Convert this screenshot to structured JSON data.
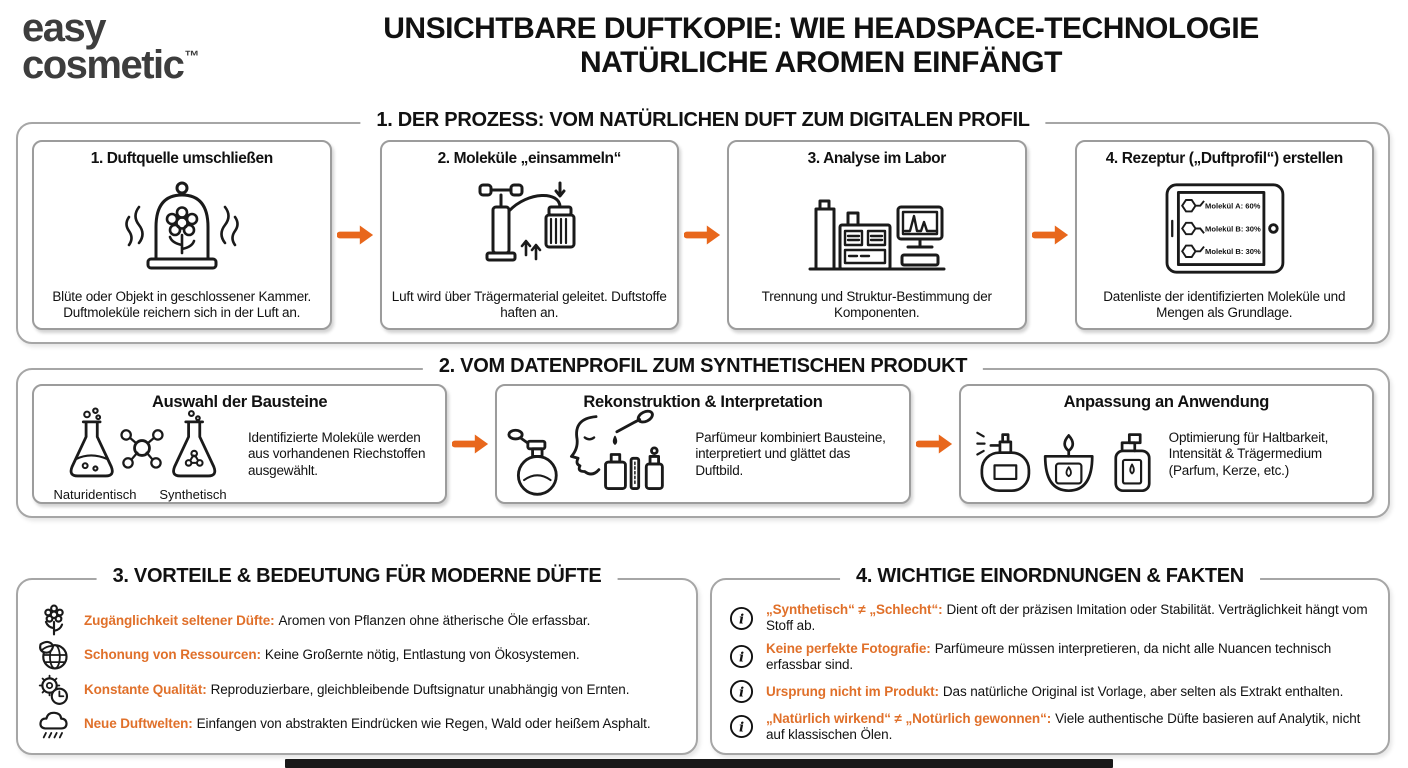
{
  "page": {
    "logo": {
      "line1": "easy",
      "line2": "cosmetic",
      "tm": "™"
    },
    "title_line1": "UNSICHTBARE DUFTKOPIE: WIE HEADSPACE-TECHNOLOGIE",
    "title_line2": "NATÜRLICHE AROMEN EINFÄNGT"
  },
  "colors": {
    "accent_orange": "#E8671C",
    "keyword_orange": "#E0702A",
    "text_black": "#111111",
    "logo_gray": "#3D3D3D",
    "border_gray": "#A6A6A6"
  },
  "section1": {
    "title": "1. DER PROZESS: VOM NATÜRLICHEN DUFT ZUM DIGITALEN PROFIL",
    "steps": [
      {
        "title": "1. Duftquelle umschließen",
        "icon": "bell-jar-flower-icon",
        "caption": "Blüte oder Objekt in geschlossener Kammer. Duftmoleküle reichern sich in der Luft an."
      },
      {
        "title": "2. Moleküle „einsammeln“",
        "icon": "air-pump-filter-icon",
        "caption": "Luft wird über Trägermaterial geleitet. Duftstoffe haften an."
      },
      {
        "title": "3. Analyse im Labor",
        "icon": "gc-ms-instrument-icon",
        "caption": "Trennung und Struktur-Bestimmung der Komponenten."
      },
      {
        "title": "4. Rezeptur („Duftprofil“) erstellen",
        "icon": "tablet-molecule-list-icon",
        "caption": "Datenliste der identifizierten Moleküle und Mengen als Grundlage.",
        "tablet_rows": [
          "Molekül A: 60%",
          "Molekül B: 30%",
          "Molekül B: 30%"
        ]
      }
    ]
  },
  "section2": {
    "title": "2. VOM DATENPROFIL ZUM SYNTHETISCHEN PRODUKT",
    "steps": [
      {
        "title": "Auswahl der Bausteine",
        "icon": "flasks-molecule-icon",
        "icon_labels": [
          "Naturidentisch",
          "Synthetisch"
        ],
        "text": "Identifizierte Moleküle werden aus vorhandenen Riechstoffen ausgewählt."
      },
      {
        "title": "Rekonstruktion & Interpretation",
        "icon": "perfumer-dropper-icon",
        "text": "Parfümeur kombiniert Bausteine, interpretiert und glättet das Duftbild."
      },
      {
        "title": "Anpassung an Anwendung",
        "icon": "perfume-candle-lotion-icon",
        "text": "Optimierung für Haltbarkeit, Intensität & Trägermedium (Parfum, Kerze, etc.)"
      }
    ]
  },
  "section3": {
    "title": "3. VORTEILE & BEDEUTUNG FÜR MODERNE DÜFTE",
    "items": [
      {
        "icon": "flower-icon",
        "keyword": "Zugänglichkeit seltener Düfte:",
        "text": "Aromen von Pflanzen ohne ätherische Öle erfassbar."
      },
      {
        "icon": "globe-leaf-icon",
        "keyword": "Schonung von Ressourcen:",
        "text": "Keine Großernte nötig, Entlastung von Ökosystemen."
      },
      {
        "icon": "gear-clock-icon",
        "keyword": "Konstante Qualität:",
        "text": "Reproduzierbare, gleichbleibende Duftsignatur unabhängig von Ernten."
      },
      {
        "icon": "rain-cloud-icon",
        "keyword": "Neue Duftwelten:",
        "text": "Einfangen von abstrakten Eindrücken wie Regen, Wald oder heißem Asphalt."
      }
    ]
  },
  "section4": {
    "title": "4. WICHTIGE EINORDNUNGEN & FAKTEN",
    "items": [
      {
        "icon": "info-icon",
        "keyword": "„Synthetisch“ ≠ „Schlecht“:",
        "text": "Dient oft der präzisen Imitation oder Stabilität. Verträglichkeit hängt vom Stoff ab."
      },
      {
        "icon": "info-icon",
        "keyword": "Keine perfekte Fotografie:",
        "text": "Parfümeure müssen interpretieren, da nicht alle Nuancen technisch erfassbar sind."
      },
      {
        "icon": "info-icon",
        "keyword": "Ursprung nicht im Produkt:",
        "text": "Das natürliche Original ist Vorlage, aber selten als Extrakt enthalten."
      },
      {
        "icon": "info-icon",
        "keyword": "„Natürlich wirkend“ ≠ „Notürlich gewonnen“:",
        "text": "Viele authentische Düfte basieren auf Analytik, nicht auf klassischen Ölen."
      }
    ]
  }
}
